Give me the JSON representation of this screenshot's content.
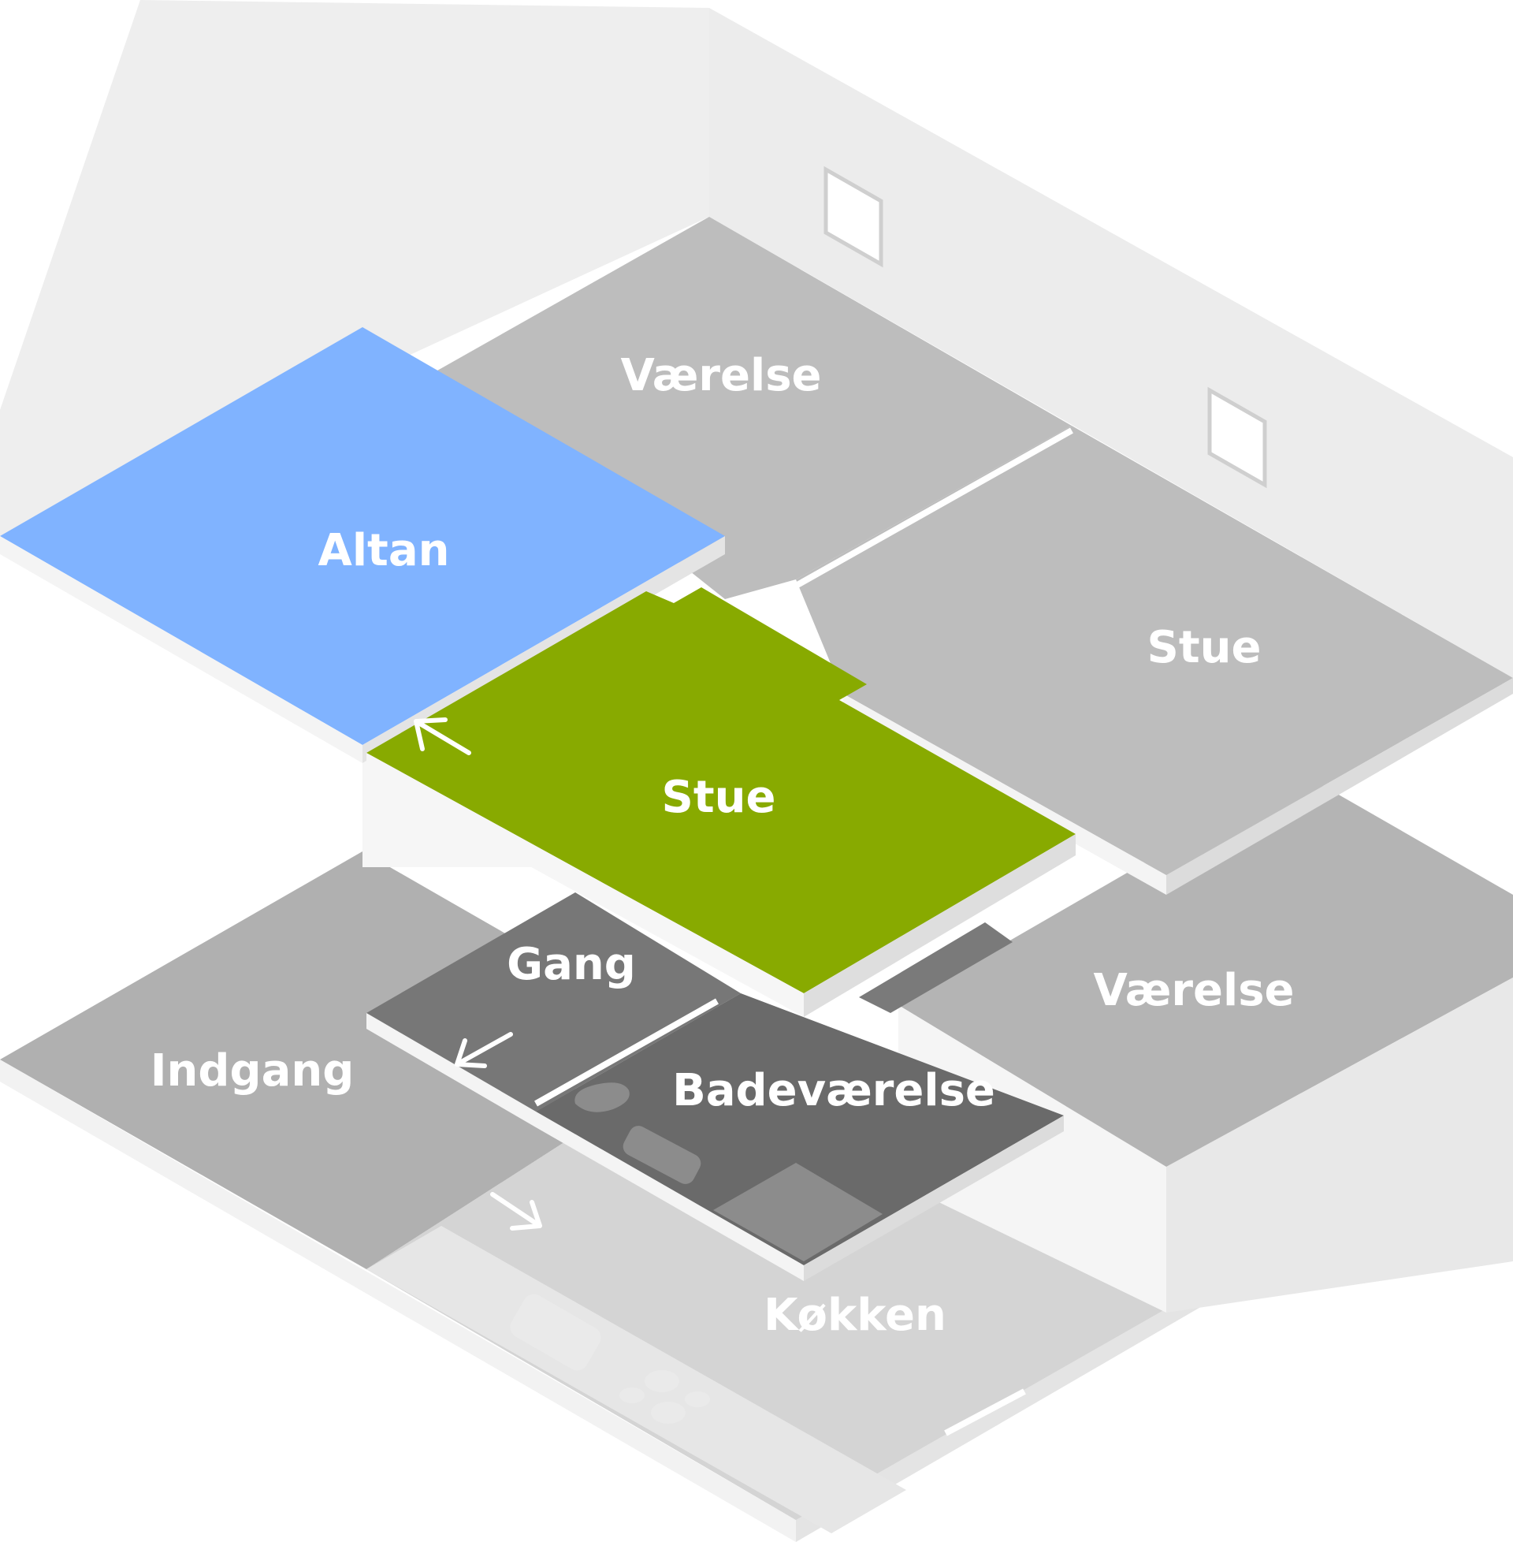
{
  "colors": {
    "wall": "#eeeeee",
    "wall_dark": "#e0e0e0",
    "slab_edge": "#f6f6f6",
    "room_gray": "#bcbcbc",
    "room_gray_lower": "#b0b0b0",
    "kitchen": "#d4d4d4",
    "hall_dark": "#777777",
    "bath_dark": "#6a6a6a",
    "highlight_green": "#88aa00",
    "highlight_blue": "#80b3ff",
    "label": "#ffffff"
  },
  "floors": {
    "upper": {
      "rooms": [
        {
          "id": "vaerelse-upper",
          "label": "Værelse",
          "highlighted": false
        },
        {
          "id": "stue-right",
          "label": "Stue",
          "highlighted": false
        },
        {
          "id": "altan",
          "label": "Altan",
          "highlighted": true
        },
        {
          "id": "stue-center",
          "label": "Stue",
          "highlighted": true
        }
      ]
    },
    "lower": {
      "rooms": [
        {
          "id": "gang",
          "label": "Gang",
          "highlighted": false
        },
        {
          "id": "indgang",
          "label": "Indgang",
          "highlighted": false
        },
        {
          "id": "badevaerelse",
          "label": "Badeværelse",
          "highlighted": false
        },
        {
          "id": "vaerelse-lower",
          "label": "Værelse",
          "highlighted": false
        },
        {
          "id": "kokken",
          "label": "Køkken",
          "highlighted": false
        }
      ]
    }
  },
  "icons": {
    "arrows": [
      "arrow-up-left-icon",
      "arrow-down-left-icon",
      "arrow-down-right-icon"
    ],
    "windows": [
      "window-icon",
      "window-icon"
    ],
    "fixtures": [
      "toilet-icon",
      "bathtub-icon",
      "sink-icon",
      "stove-icon"
    ]
  }
}
